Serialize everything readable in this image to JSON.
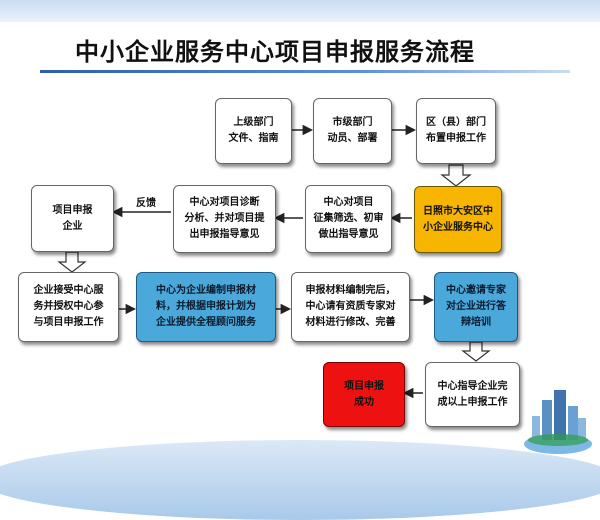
{
  "title": "中小企业服务中心项目申报服务流程",
  "nodes": {
    "n1": "上级部门\n文件、指南",
    "n2": "市级部门\n动员、部署",
    "n3": "区（县）部门\n布置申报工作",
    "n4": "项目申报\n企业",
    "n5": "中心对项目诊断\n分析、并对项目提\n出申报指导意见",
    "n6": "中心对项目\n征集筛选、初审\n做出指导意见",
    "n7": "日照市大安区中\n小企业服务中心",
    "n8": "企业接受中心服\n务并授权中心参\n与项目申报工作",
    "n9": "中心为企业编制申报材\n料，并根据申报计划为\n企业提供全程顾问服务",
    "n10": "申报材料编制完后，\n中心请有资质专家对\n材料进行修改、完善",
    "n11": "中心邀请专家\n对企业进行答\n辩培训",
    "n12": "项目申报\n成功",
    "n13": "中心指导企业完\n成以上申报工作"
  },
  "feedback_label": "反馈",
  "colors": {
    "default": "#ffffff",
    "highlight_yellow": "#f7b500",
    "highlight_blue": "#4aa8da",
    "highlight_red": "#ee1111"
  }
}
